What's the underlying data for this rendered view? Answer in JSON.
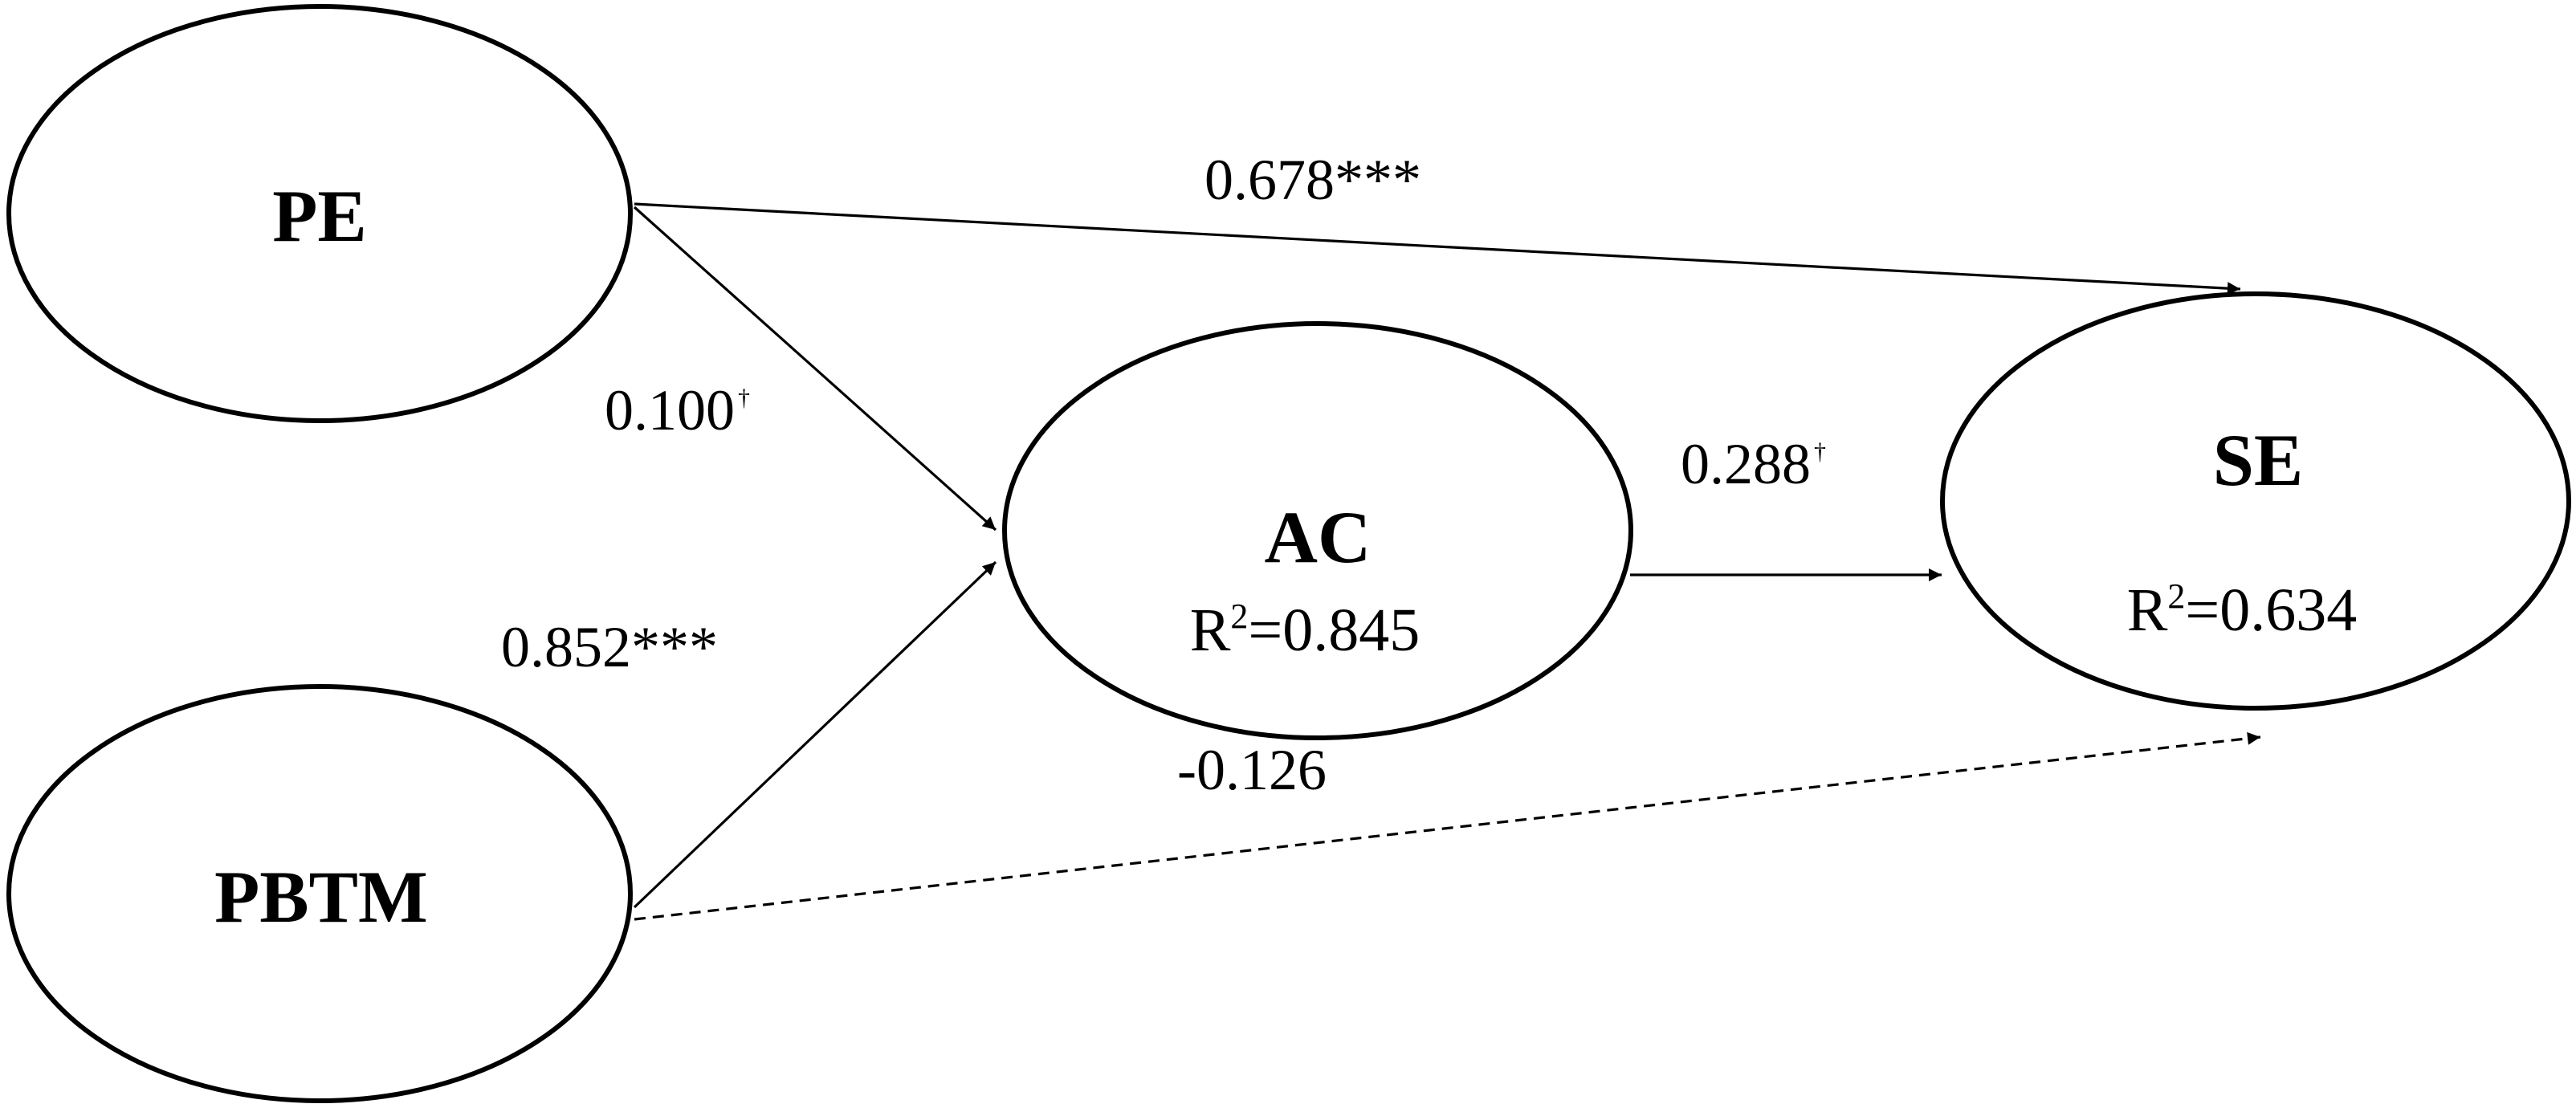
{
  "diagram": {
    "nodes": {
      "pe": {
        "name": "PE"
      },
      "pbtm": {
        "name": "PBTM"
      },
      "ac": {
        "name": "AC",
        "r2_label": "R",
        "r2_sup": "2",
        "r2_value": "=0.845"
      },
      "se": {
        "name": "SE",
        "r2_label": "R",
        "r2_sup": "2",
        "r2_value": "=0.634"
      }
    },
    "edges": {
      "pe_se": {
        "from": "PE",
        "to": "SE",
        "coefficient": "0.678***",
        "style": "solid"
      },
      "pe_ac": {
        "from": "PE",
        "to": "AC",
        "coefficient": "0.100",
        "marker": "†",
        "style": "solid"
      },
      "pbtm_ac": {
        "from": "PBTM",
        "to": "AC",
        "coefficient": "0.852***",
        "style": "solid"
      },
      "ac_se": {
        "from": "AC",
        "to": "SE",
        "coefficient": "0.288",
        "marker": "†",
        "style": "solid"
      },
      "pbtm_se": {
        "from": "PBTM",
        "to": "SE",
        "coefficient": "-0.126",
        "style": "dashed"
      }
    }
  }
}
